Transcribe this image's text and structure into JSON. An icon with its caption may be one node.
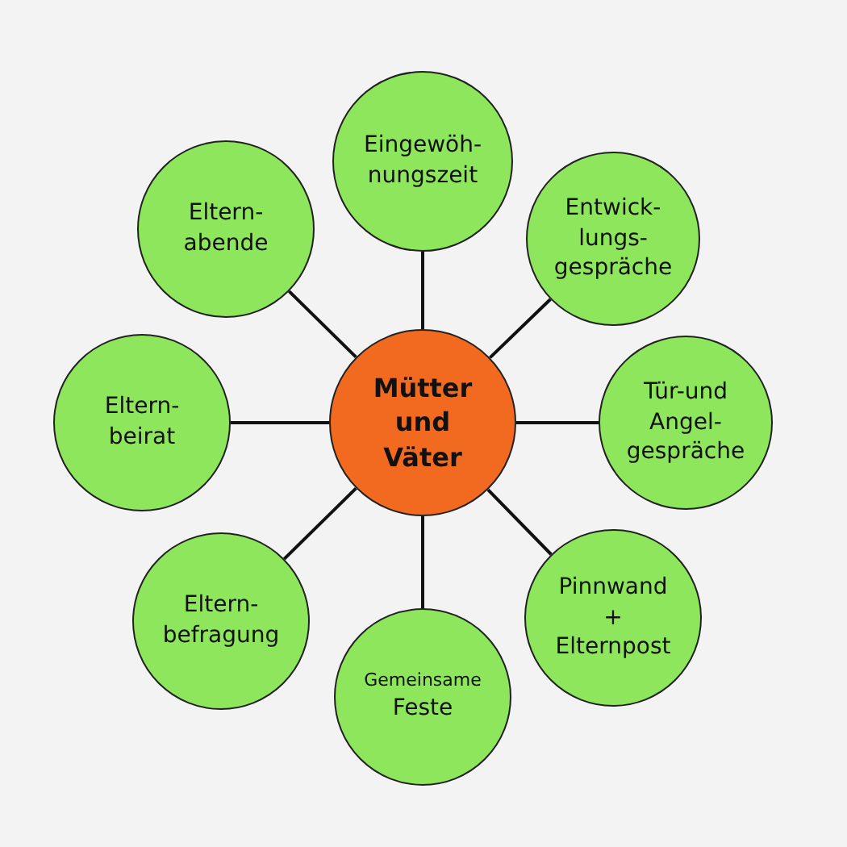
{
  "diagram": {
    "nodes": [
      {
        "text": [
          "Mütter und Väter"
        ]
      },
      {
        "text": [
          "Eingewöh- nungszeit"
        ]
      },
      {
        "text": [
          "Entwick- lungs- gespräche"
        ]
      },
      {
        "text": [
          "Tür-und Angel- gespräche"
        ]
      },
      {
        "text": [
          "Pinnwand + Elternpost"
        ]
      },
      {
        "text": [
          "Gemeinsame",
          "Feste"
        ]
      },
      {
        "text": [
          "Eltern- befragung"
        ]
      },
      {
        "text": [
          "Eltern- beirat"
        ]
      },
      {
        "text": [
          "Eltern- abende"
        ]
      }
    ],
    "edges": [
      {
        "from": 0,
        "to": 1,
        "arrow": "none"
      },
      {
        "from": 0,
        "to": 2,
        "arrow": "none"
      },
      {
        "from": 0,
        "to": 3,
        "arrow": "none"
      },
      {
        "from": 0,
        "to": 4,
        "arrow": "none"
      },
      {
        "from": 0,
        "to": 5,
        "arrow": "none"
      },
      {
        "from": 0,
        "to": 6,
        "arrow": "none"
      },
      {
        "from": 0,
        "to": 7,
        "arrow": "none"
      },
      {
        "from": 0,
        "to": 8,
        "arrow": "none"
      }
    ]
  }
}
